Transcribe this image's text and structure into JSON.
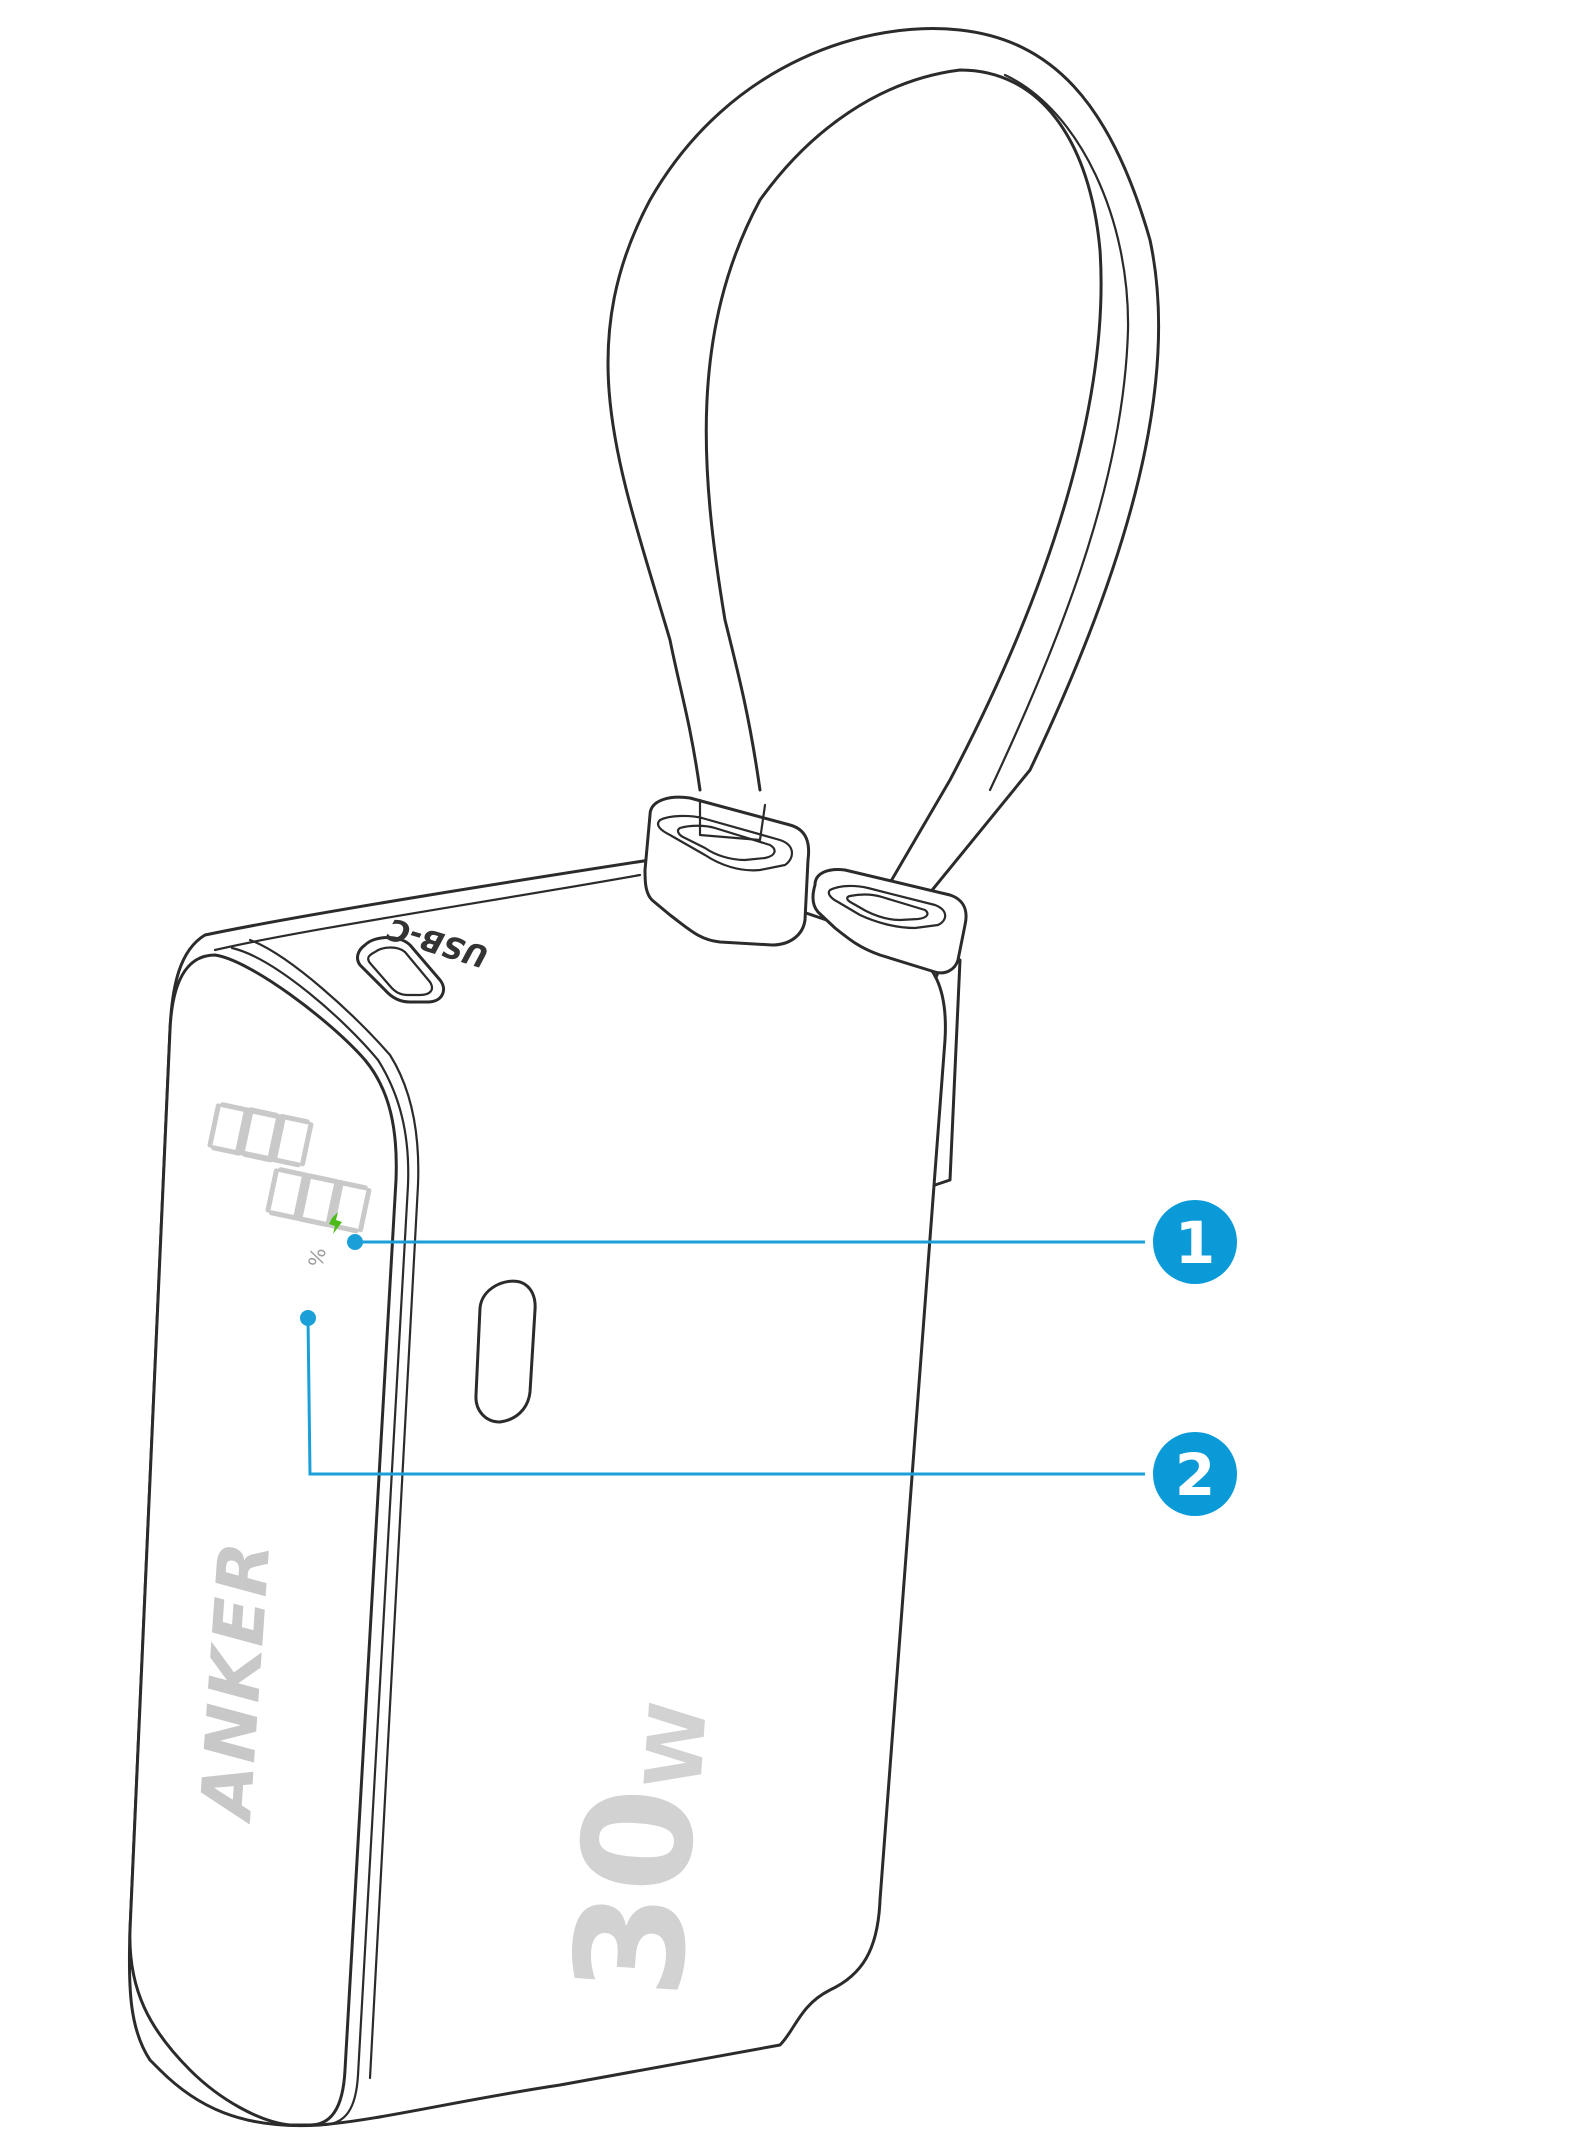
{
  "product": {
    "brand_label": "ANKER",
    "power_number": "30",
    "power_unit": "W",
    "port_label": "USB-C",
    "display_percent_sign": "%"
  },
  "callouts": [
    {
      "number": "1",
      "target": "charging-indicator-icon"
    },
    {
      "number": "2",
      "target": "battery-percentage-display"
    }
  ],
  "colors": {
    "callout_blue": "#0a9ad8",
    "charging_indicator_green": "#4cbb17",
    "outline": "#2b2b2b",
    "printed_marks_gray": "#c9c9c9"
  }
}
